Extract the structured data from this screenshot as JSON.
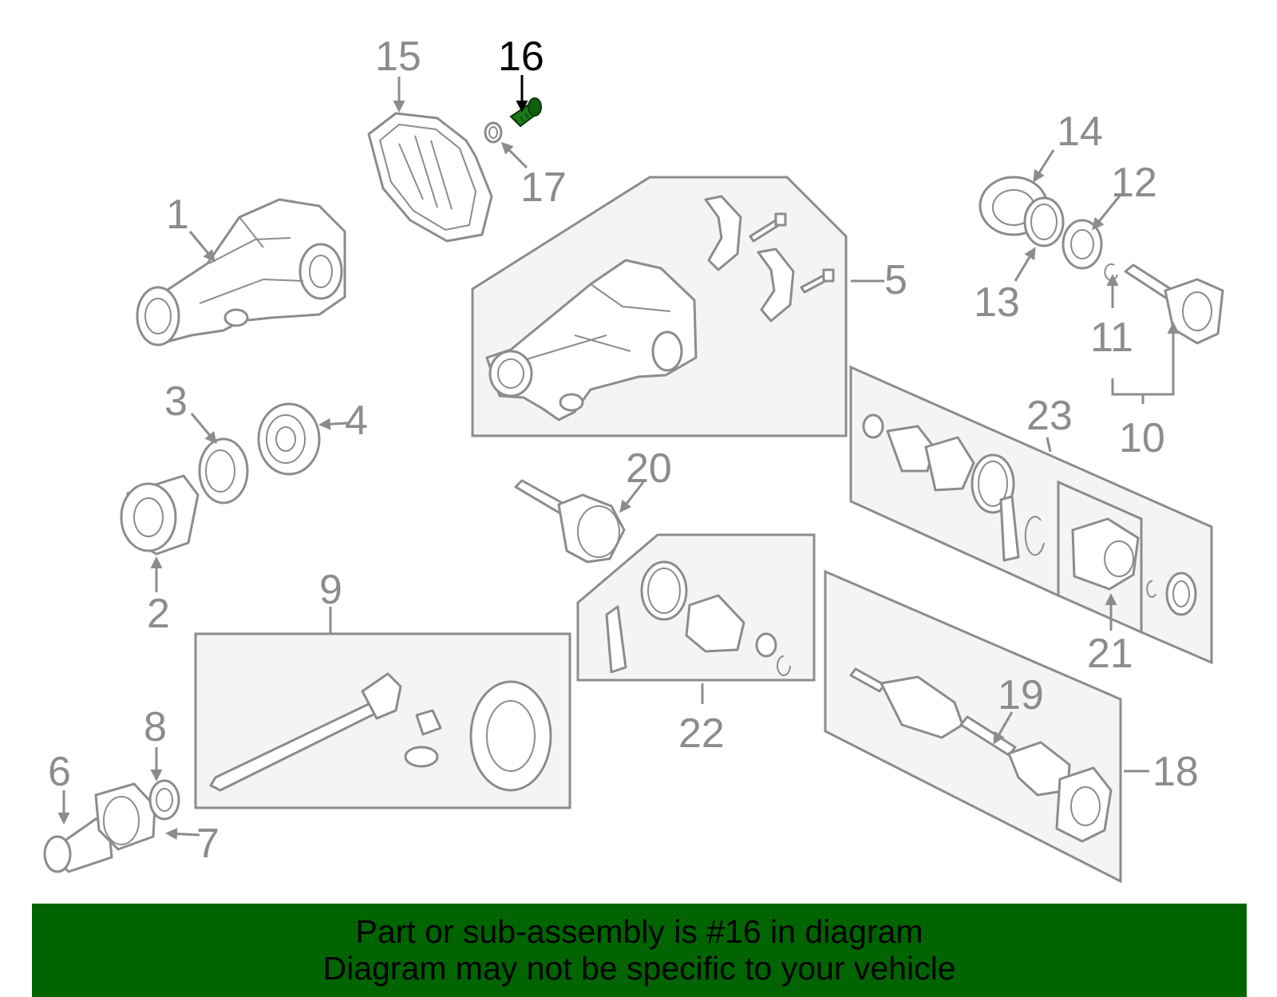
{
  "callouts": [
    {
      "id": "1",
      "label": "1"
    },
    {
      "id": "2",
      "label": "2"
    },
    {
      "id": "3",
      "label": "3"
    },
    {
      "id": "4",
      "label": "4"
    },
    {
      "id": "5",
      "label": "5"
    },
    {
      "id": "6",
      "label": "6"
    },
    {
      "id": "7",
      "label": "7"
    },
    {
      "id": "8",
      "label": "8"
    },
    {
      "id": "9",
      "label": "9"
    },
    {
      "id": "10",
      "label": "10"
    },
    {
      "id": "11",
      "label": "11"
    },
    {
      "id": "12",
      "label": "12"
    },
    {
      "id": "13",
      "label": "13"
    },
    {
      "id": "14",
      "label": "14"
    },
    {
      "id": "15",
      "label": "15"
    },
    {
      "id": "16",
      "label": "16"
    },
    {
      "id": "17",
      "label": "17"
    },
    {
      "id": "18",
      "label": "18"
    },
    {
      "id": "19",
      "label": "19"
    },
    {
      "id": "20",
      "label": "20"
    },
    {
      "id": "21",
      "label": "21"
    },
    {
      "id": "22",
      "label": "22"
    },
    {
      "id": "23",
      "label": "23"
    }
  ],
  "highlighted_part": "16",
  "colors": {
    "highlight_part": "#1a7a1a",
    "line_art": "#8c8c8c",
    "banner_bg": "#006400"
  },
  "banner": {
    "line1": "Part or sub-assembly is #16 in diagram",
    "line2": "Diagram may not be specific to your vehicle"
  }
}
